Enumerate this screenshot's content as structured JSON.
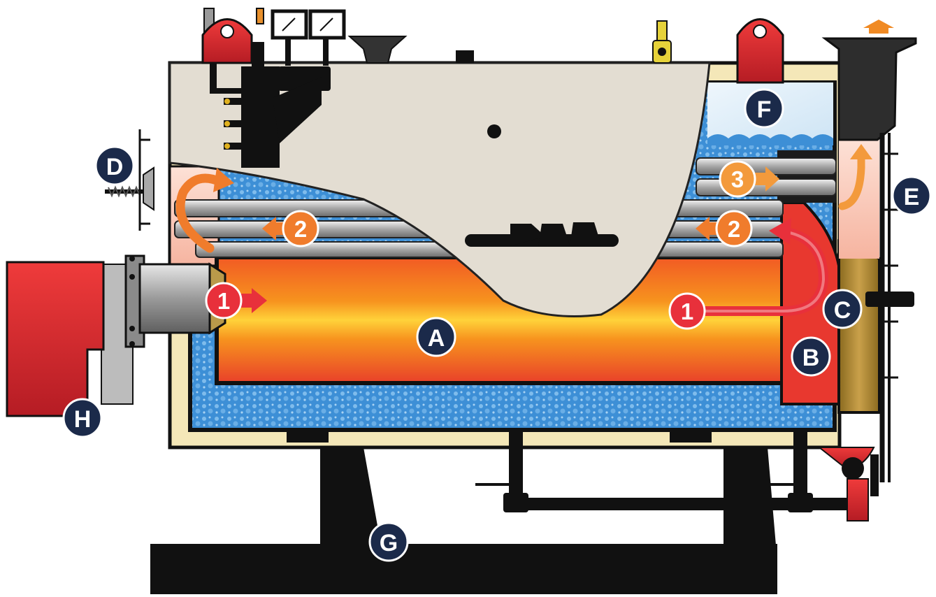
{
  "diagram": {
    "labels": {
      "a": "A",
      "b": "B",
      "c": "C",
      "d": "D",
      "e": "E",
      "f": "F",
      "g": "G",
      "h": "H"
    },
    "passes": {
      "left_pass1": "1",
      "left_pass2": "2",
      "right_pass1": "1",
      "right_pass2": "2",
      "right_pass3": "3"
    },
    "colors": {
      "label_circle": "#1b2a4a",
      "pass1": "#e8303b",
      "pass2": "#f07c2c",
      "pass3": "#f39a3c",
      "water": "#3d8fd6",
      "insulation": "#f4e7b8",
      "burner": "#e0242e",
      "shell": "#e3ddd2",
      "base": "#111111"
    }
  }
}
